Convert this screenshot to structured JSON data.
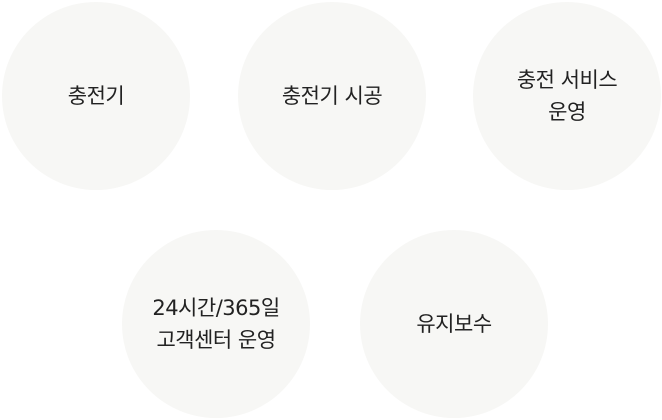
{
  "services": [
    {
      "label": "충전기"
    },
    {
      "label": "충전기 시공"
    },
    {
      "label": "충전 서비스\n운영"
    },
    {
      "label": "24시간/365일\n고객센터 운영"
    },
    {
      "label": "유지보수"
    }
  ],
  "colors": {
    "circle_bg": "#f7f7f5",
    "text": "#222222"
  }
}
